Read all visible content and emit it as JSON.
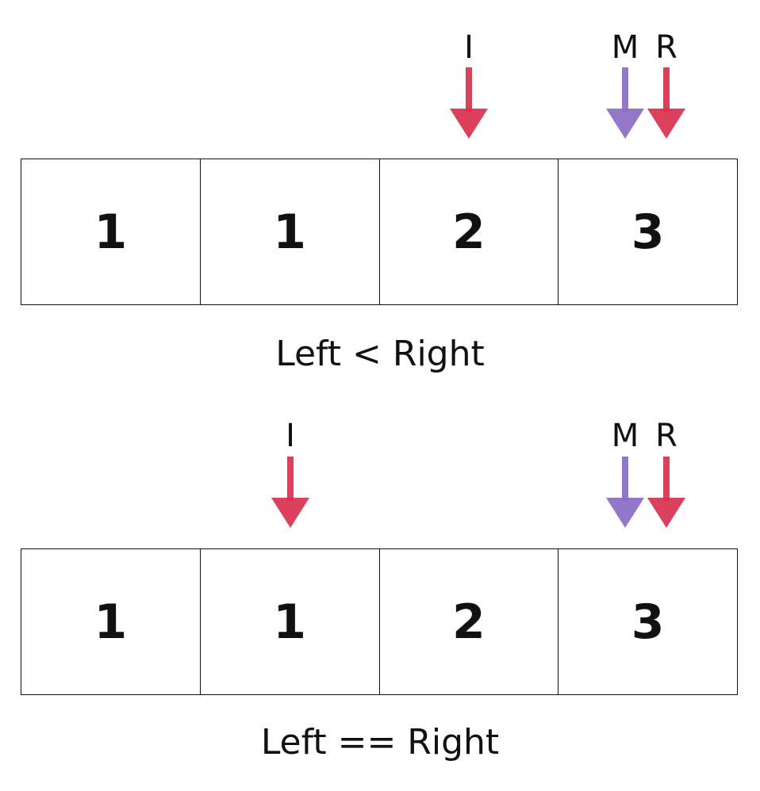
{
  "panels": [
    {
      "caption": "Left < Right",
      "cells": [
        "1",
        "1",
        "2",
        "3"
      ],
      "pointers": [
        {
          "label": "I",
          "cell_index": 2,
          "offset": "center",
          "color": "#d8304f"
        },
        {
          "label": "M",
          "cell_index": 3,
          "offset": "left",
          "color": "#8a6cc4"
        },
        {
          "label": "R",
          "cell_index": 3,
          "offset": "right",
          "color": "#d8304f"
        }
      ]
    },
    {
      "caption": "Left == Right",
      "cells": [
        "1",
        "1",
        "2",
        "3"
      ],
      "pointers": [
        {
          "label": "I",
          "cell_index": 1,
          "offset": "center",
          "color": "#d8304f"
        },
        {
          "label": "M",
          "cell_index": 3,
          "offset": "left",
          "color": "#8a6cc4"
        },
        {
          "label": "R",
          "cell_index": 3,
          "offset": "right",
          "color": "#d8304f"
        }
      ]
    }
  ],
  "colors": {
    "red_arrow": "#d8304f",
    "purple_arrow": "#8a6cc4",
    "ink": "#111111"
  }
}
